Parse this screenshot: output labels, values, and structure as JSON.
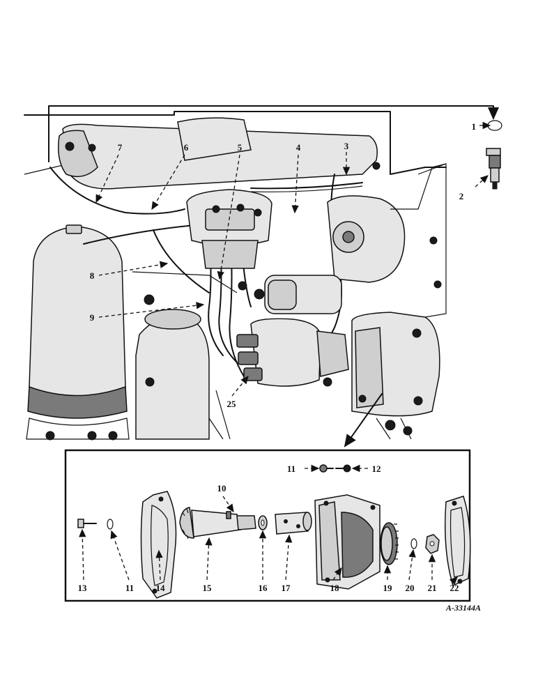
{
  "figure_code": "A-33144A",
  "callouts": {
    "c1": "1",
    "c2": "2",
    "c3": "3",
    "c4": "4",
    "c5": "5",
    "c6": "6",
    "c7": "7",
    "c8": "8",
    "c9": "9",
    "c25": "25",
    "c11a": "11",
    "c12": "12",
    "c10": "10",
    "c13": "13",
    "c11b": "11",
    "c14": "14",
    "c15": "15",
    "c16": "16",
    "c17": "17",
    "c18": "18",
    "c19": "19",
    "c20": "20",
    "c21": "21",
    "c22": "22"
  }
}
